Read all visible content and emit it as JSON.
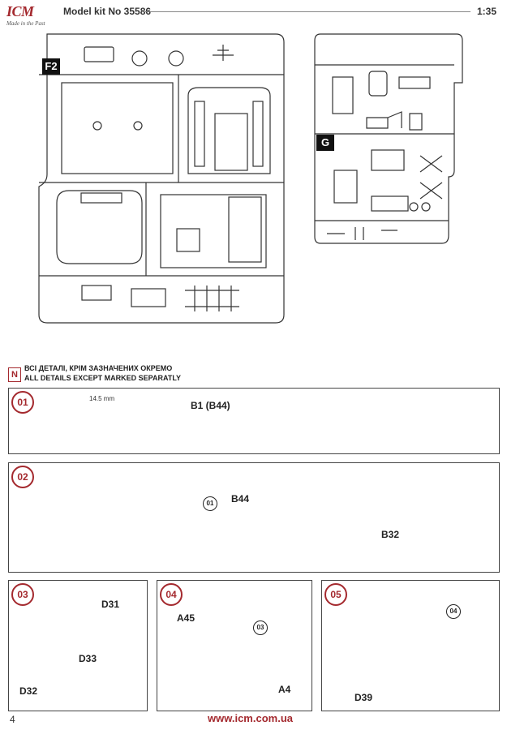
{
  "header": {
    "logo_text": "ICM",
    "logo_tagline": "Made in the Past",
    "title": "Model kit No 35586",
    "scale": "1:35"
  },
  "sprues": {
    "f2_label": "F2",
    "g_label": "G"
  },
  "note": {
    "marker": "N",
    "line_ua": "ВСІ ДЕТАЛІ, КРІМ ЗАЗНАЧЕНИХ ОКРЕМО",
    "line_en": "ALL DETAILS EXCEPT MARKED SEPARATLY"
  },
  "steps": [
    {
      "number": "01",
      "labels": {
        "main": "B1 (B44)",
        "dimension": "14.5 mm"
      }
    },
    {
      "number": "02",
      "labels": {
        "ref": "01",
        "main": "B44",
        "spring": "B32"
      }
    },
    {
      "number": "03",
      "labels": {
        "a": "D31",
        "b": "D33",
        "c": "D32"
      }
    },
    {
      "number": "04",
      "labels": {
        "a": "A45",
        "ref": "03",
        "b": "A4"
      }
    },
    {
      "number": "05",
      "labels": {
        "ref": "04",
        "a": "D39"
      }
    }
  ],
  "footer": {
    "page": "4",
    "url": "www.icm.com.ua"
  }
}
